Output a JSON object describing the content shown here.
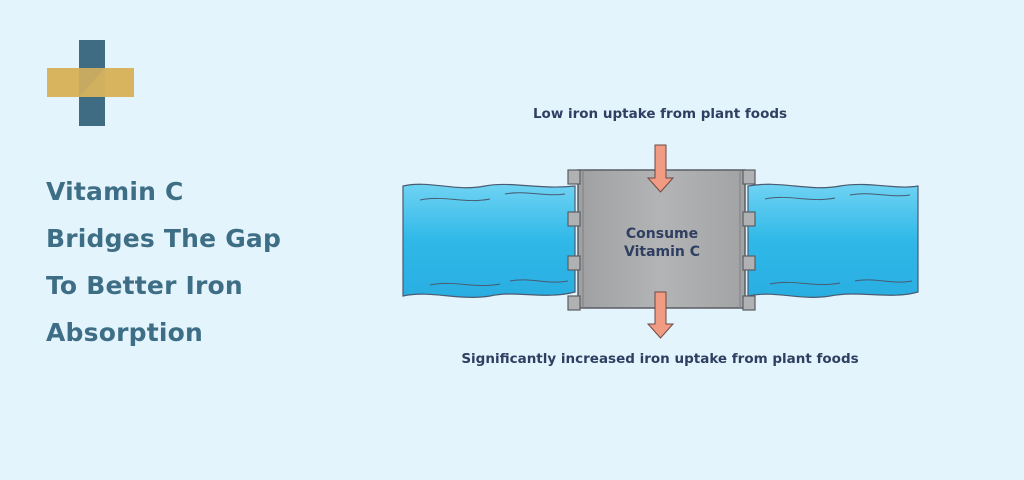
{
  "headline": {
    "lines": [
      "Vitamin C",
      "Bridges The Gap",
      "To Better Iron",
      "Absorption"
    ]
  },
  "diagram": {
    "input_label": "Low iron uptake from plant foods",
    "box_label_lines": [
      "Consume",
      "Vitamin C"
    ],
    "output_label": "Significantly increased iron uptake from plant  foods"
  },
  "colors": {
    "background": "#e3f4fc",
    "headline": "#3e6e85",
    "logo_gold": "#d8b45e",
    "logo_teal": "#3f6c83",
    "water": "#2bb6e6",
    "box": "#a9aaab",
    "arrow": "#f09b82",
    "label_text": "#2f3f62"
  }
}
